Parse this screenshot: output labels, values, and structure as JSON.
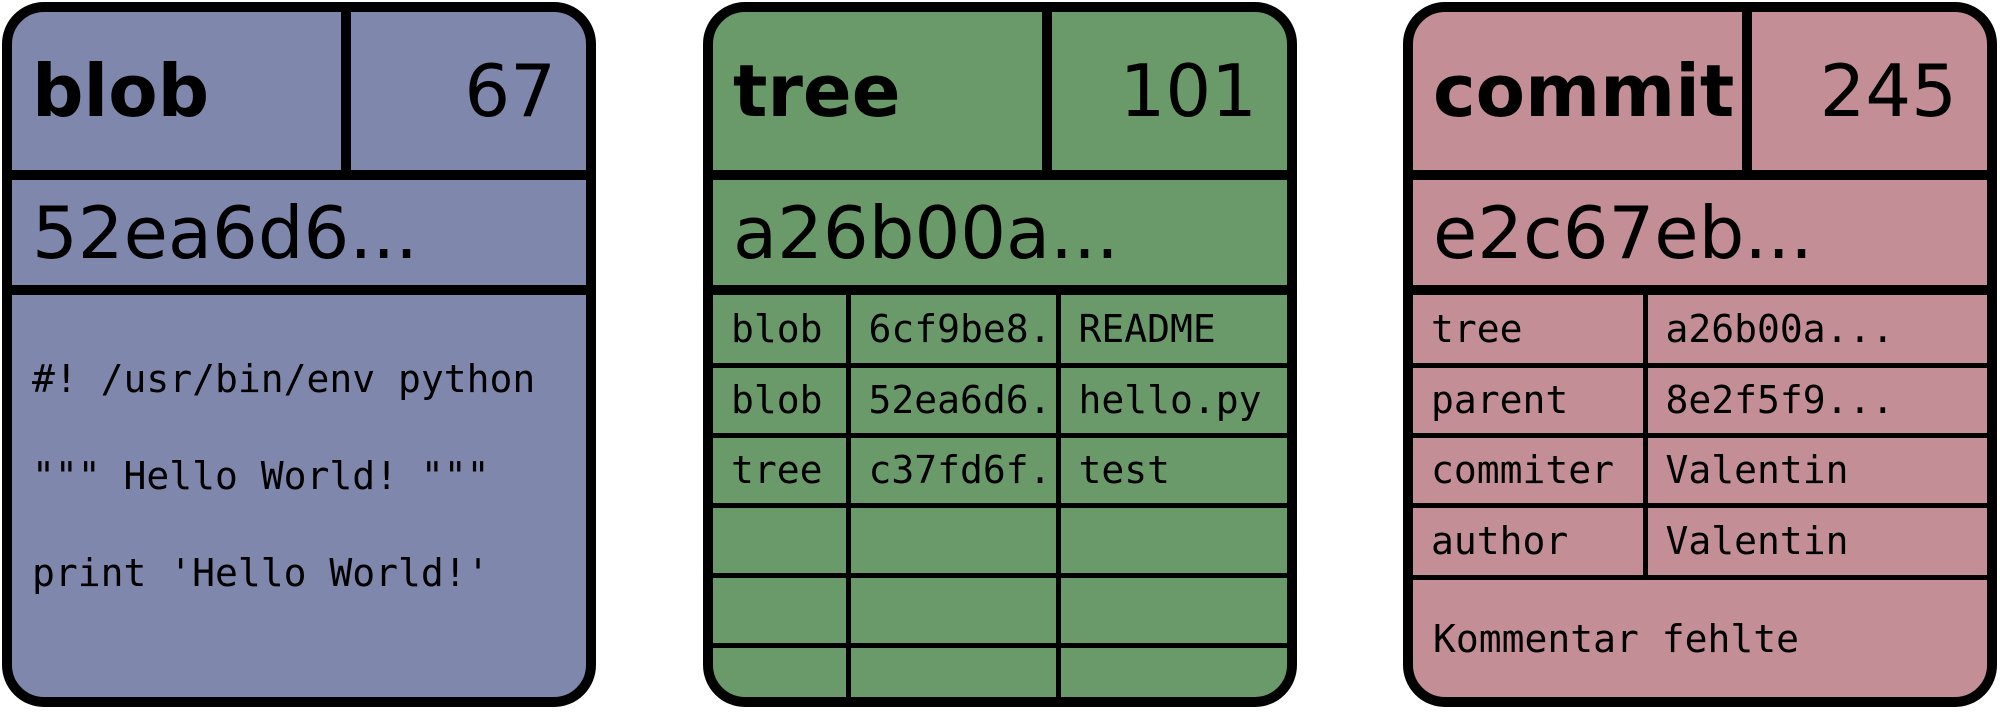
{
  "blob": {
    "type": "blob",
    "size": "67",
    "hash": "52ea6d6...",
    "lines": [
      "#! /usr/bin/env python",
      "\"\"\" Hello World! \"\"\"",
      "print 'Hello World!'"
    ],
    "color": "#7f87ad"
  },
  "tree": {
    "type": "tree",
    "size": "101",
    "hash": "a26b00a...",
    "entries": [
      {
        "type": "blob",
        "hash": "6cf9be8...",
        "name": "README"
      },
      {
        "type": "blob",
        "hash": "52ea6d6...",
        "name": "hello.py"
      },
      {
        "type": "tree",
        "hash": "c37fd6f...",
        "name": "test"
      },
      {
        "type": "",
        "hash": "",
        "name": ""
      },
      {
        "type": "",
        "hash": "",
        "name": ""
      },
      {
        "type": "",
        "hash": "",
        "name": ""
      }
    ],
    "color": "#6a9a6a"
  },
  "commit": {
    "type": "commit",
    "size": "245",
    "hash": "e2c67eb...",
    "fields": [
      {
        "key": "tree",
        "value": "a26b00a..."
      },
      {
        "key": "parent",
        "value": "8e2f5f9..."
      },
      {
        "key": "commiter",
        "value": "Valentin"
      },
      {
        "key": "author",
        "value": "Valentin"
      }
    ],
    "message": "Kommentar fehlte",
    "color": "#c48e96"
  }
}
